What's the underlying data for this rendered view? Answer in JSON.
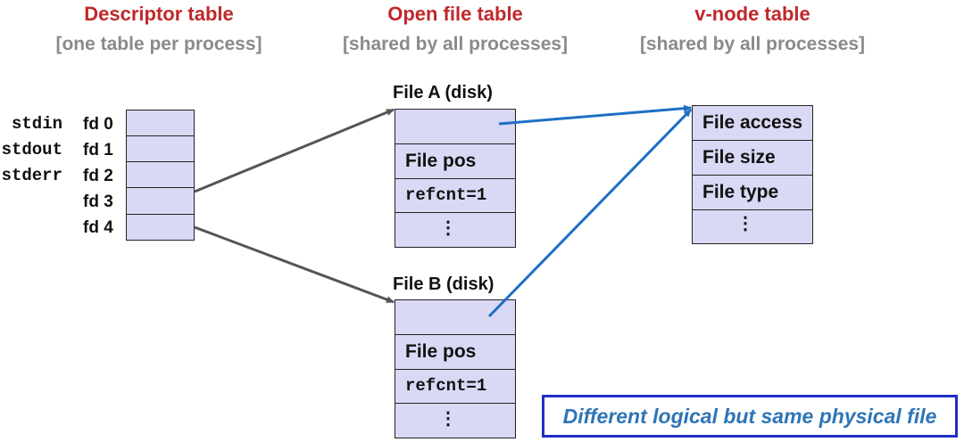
{
  "headers": {
    "descriptor": {
      "title": "Descriptor table",
      "subtitle": "[one table per process]"
    },
    "open_file": {
      "title": "Open file table",
      "subtitle": "[shared by all processes]"
    },
    "vnode": {
      "title": "v-node table",
      "subtitle": "[shared by all processes]"
    }
  },
  "std_labels": [
    "stdin",
    "stdout",
    "stderr"
  ],
  "fd_labels": [
    "fd 0",
    "fd 1",
    "fd 2",
    "fd 3",
    "fd 4"
  ],
  "file_a": {
    "title": "File A (disk)",
    "pos_label": "File pos",
    "refcnt_label": "refcnt=1",
    "more": "⋮"
  },
  "file_b": {
    "title": "File B (disk)",
    "pos_label": "File pos",
    "refcnt_label": "refcnt=1",
    "more": "⋮"
  },
  "vnode": {
    "rows": [
      "File access",
      "File size",
      "File type"
    ],
    "more": "⋮"
  },
  "callout": "Different logical but same physical file",
  "colors": {
    "header_red": "#c0282b",
    "subheader_gray": "#8a8a8a",
    "cell_fill": "#d9d9f5",
    "gray_arrow": "#555555",
    "blue_arrow": "#1f6fc4",
    "callout_border": "#1f2ec8",
    "callout_text": "#2e75b6"
  }
}
